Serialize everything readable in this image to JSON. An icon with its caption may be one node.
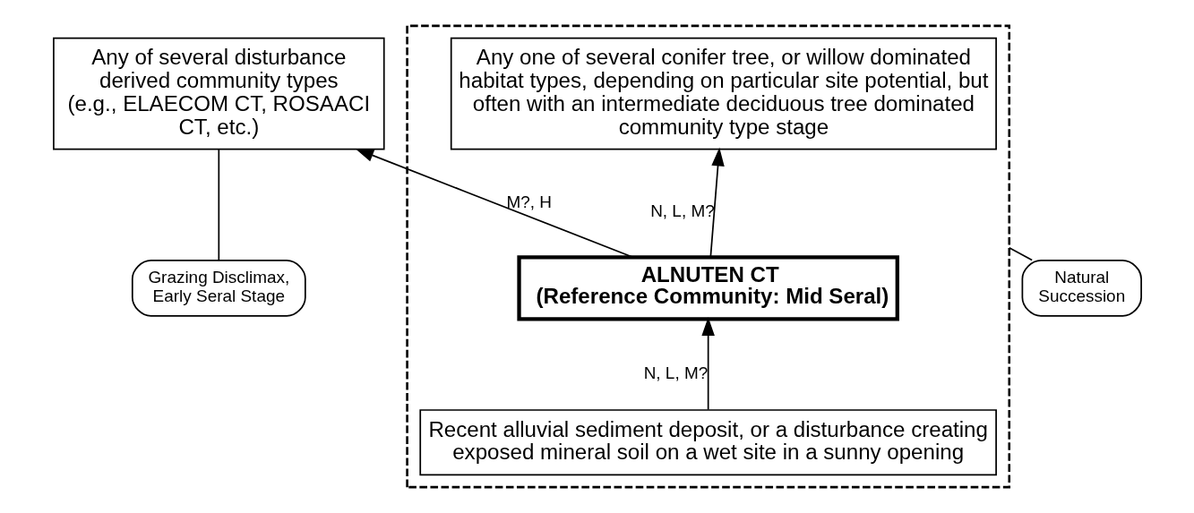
{
  "diagram": {
    "nodes": [
      {
        "text": [],
        "shape": "box"
      },
      {
        "text": [
          "Any one of several conifer tree, or willow dominated habitat types, depending on particular site potential, but often with an intermediate deciduous tree dominated community type stage"
        ],
        "in": 0
      },
      {
        "text": [
          "ALNUTEN CT",
          "(Reference Community: Mid Seral)"
        ],
        "in": 0
      },
      {
        "text": [
          "Recent alluvial sediment deposit, or a disturbance creating exposed mineral soil on a wet site in a sunny opening"
        ],
        "in": 0
      },
      {
        "text": [
          "Any of several disturbance derived community types (e.g., ELAECOM CT, ROSAACI CT, etc.)"
        ]
      },
      {
        "text": [
          "Natural Succession"
        ]
      },
      {
        "text": [
          "Grazing Disclimax, Early Seral Stage"
        ]
      }
    ],
    "edges": [
      {
        "from": 2,
        "to": 1,
        "arrow": "to",
        "label": "N, L, M?"
      },
      {
        "from": 3,
        "to": 2,
        "arrow": "to",
        "label": "N, L, M?"
      },
      {
        "from": 2,
        "to": 4,
        "arrow": "to",
        "label": "M?, H"
      },
      {
        "from": 5,
        "to": 0,
        "arrow": "none"
      },
      {
        "from": 6,
        "to": 4,
        "arrow": "none"
      }
    ]
  }
}
